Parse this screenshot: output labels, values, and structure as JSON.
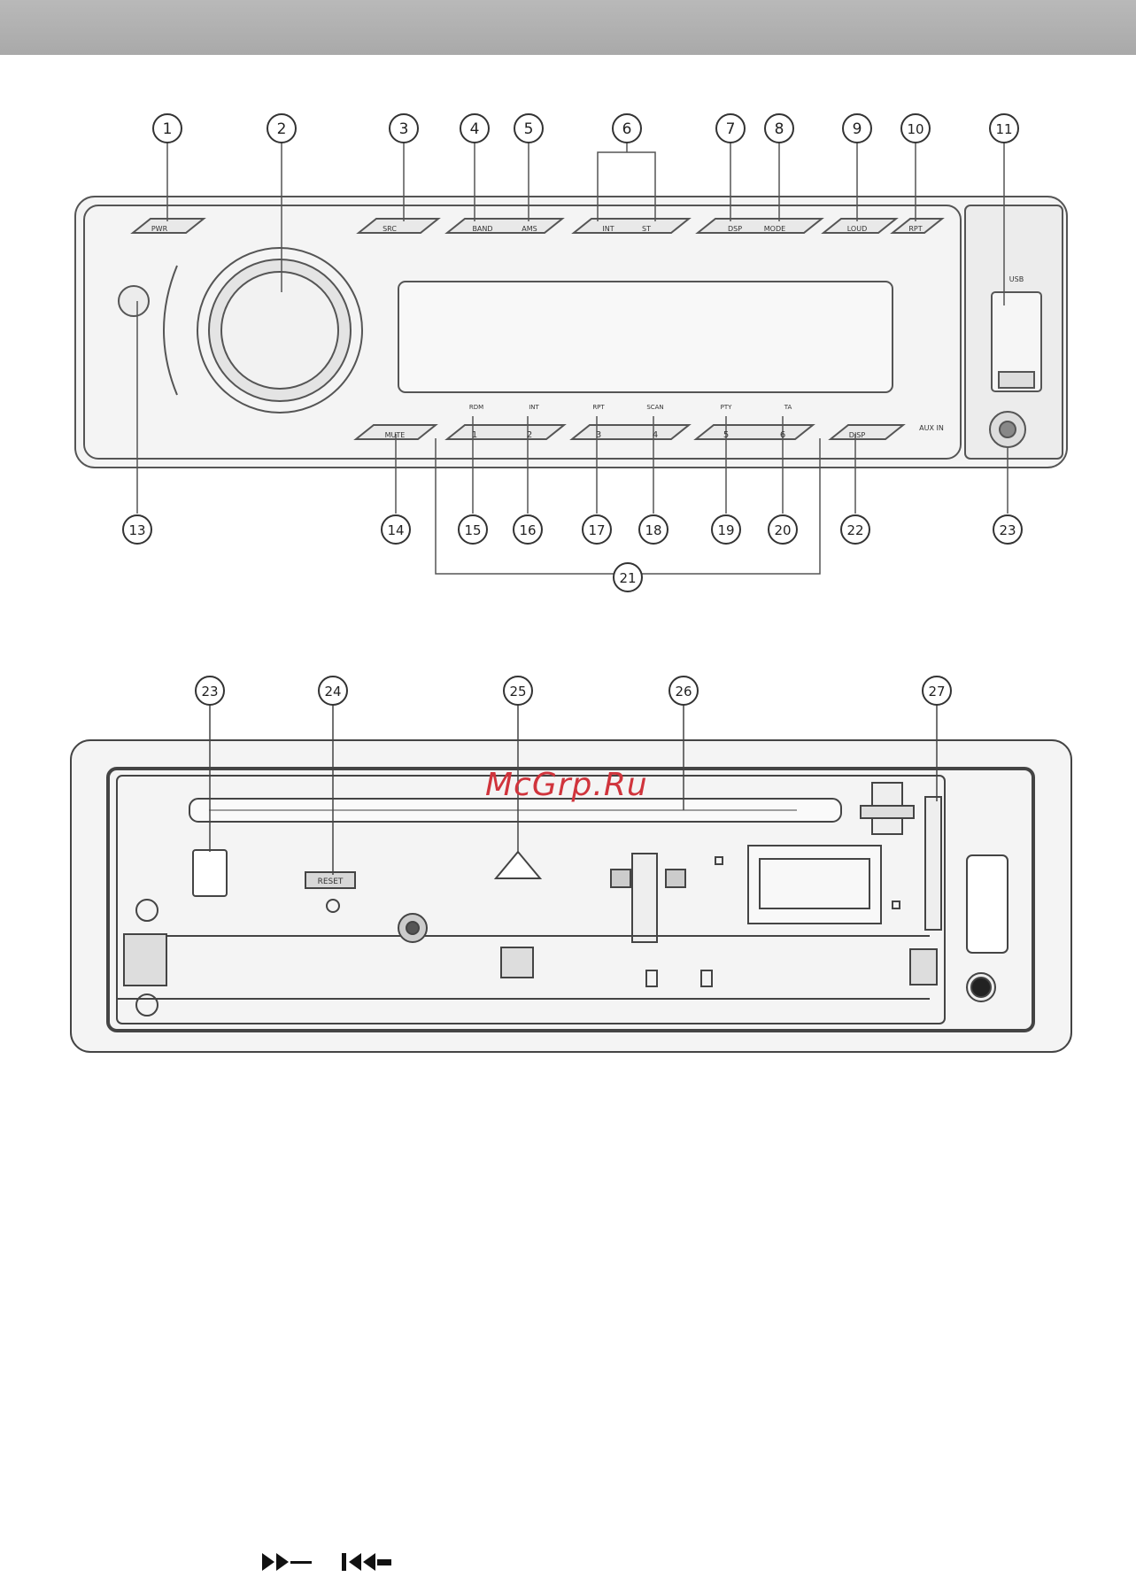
{
  "watermark": "McGrp.Ru",
  "front_panel": {
    "callouts": [
      "1",
      "2",
      "3",
      "4",
      "5",
      "6",
      "7",
      "8",
      "9",
      "10",
      "11",
      "13",
      "14",
      "15",
      "16",
      "17",
      "18",
      "19",
      "20",
      "21",
      "22",
      "23"
    ],
    "top_buttons": [
      "PWR",
      "SRC",
      "BAND",
      "AMS",
      "INT",
      "ST",
      "DSP",
      "MODE",
      "LOUD",
      "RPT"
    ],
    "preset_labels": [
      "RDM",
      "INT",
      "RPT",
      "SCAN",
      "PTY",
      "TA"
    ],
    "preset_numbers": [
      "1",
      "2",
      "3",
      "4",
      "5",
      "6"
    ],
    "bottom_buttons": [
      "MUTE",
      "DISP"
    ],
    "usb_label": "USB",
    "aux_label": "AUX IN"
  },
  "rear_panel": {
    "callouts": [
      "23",
      "24",
      "25",
      "26",
      "27"
    ],
    "reset_label": "RESET"
  },
  "colors": {
    "line": "#555555",
    "panel_fill": "#f2f2f2",
    "band": "#ababab",
    "watermark": "#d0343c"
  }
}
